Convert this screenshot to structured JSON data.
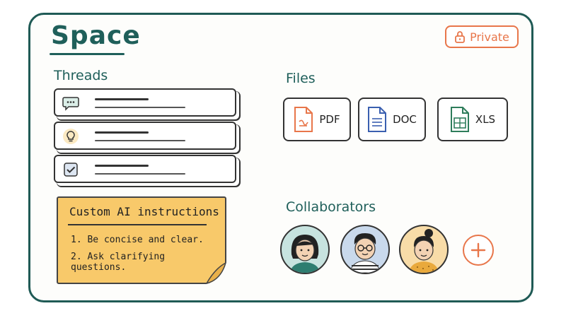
{
  "space": {
    "title": "Space",
    "privacy_label": "Private"
  },
  "threads": {
    "label": "Threads",
    "items": [
      {
        "icon": "chat-bubble-icon"
      },
      {
        "icon": "lightbulb-icon"
      },
      {
        "icon": "checkbox-icon"
      }
    ]
  },
  "instructions": {
    "title": "Custom AI instructions",
    "items": [
      "1. Be concise and clear.",
      "2. Ask clarifying questions."
    ]
  },
  "files": {
    "label": "Files",
    "items": [
      {
        "label": "PDF",
        "icon": "pdf-file-icon",
        "color": "#e8764a"
      },
      {
        "label": "DOC",
        "icon": "doc-file-icon",
        "color": "#3a5fb0"
      },
      {
        "label": "XLS",
        "icon": "xls-file-icon",
        "color": "#2e7d5b"
      }
    ]
  },
  "collaborators": {
    "label": "Collaborators",
    "avatar_colors": [
      "#c7e3df",
      "#c9d9ec",
      "#f8dca8"
    ]
  },
  "colors": {
    "accent": "#e8764a",
    "primary": "#1f5f5a"
  }
}
